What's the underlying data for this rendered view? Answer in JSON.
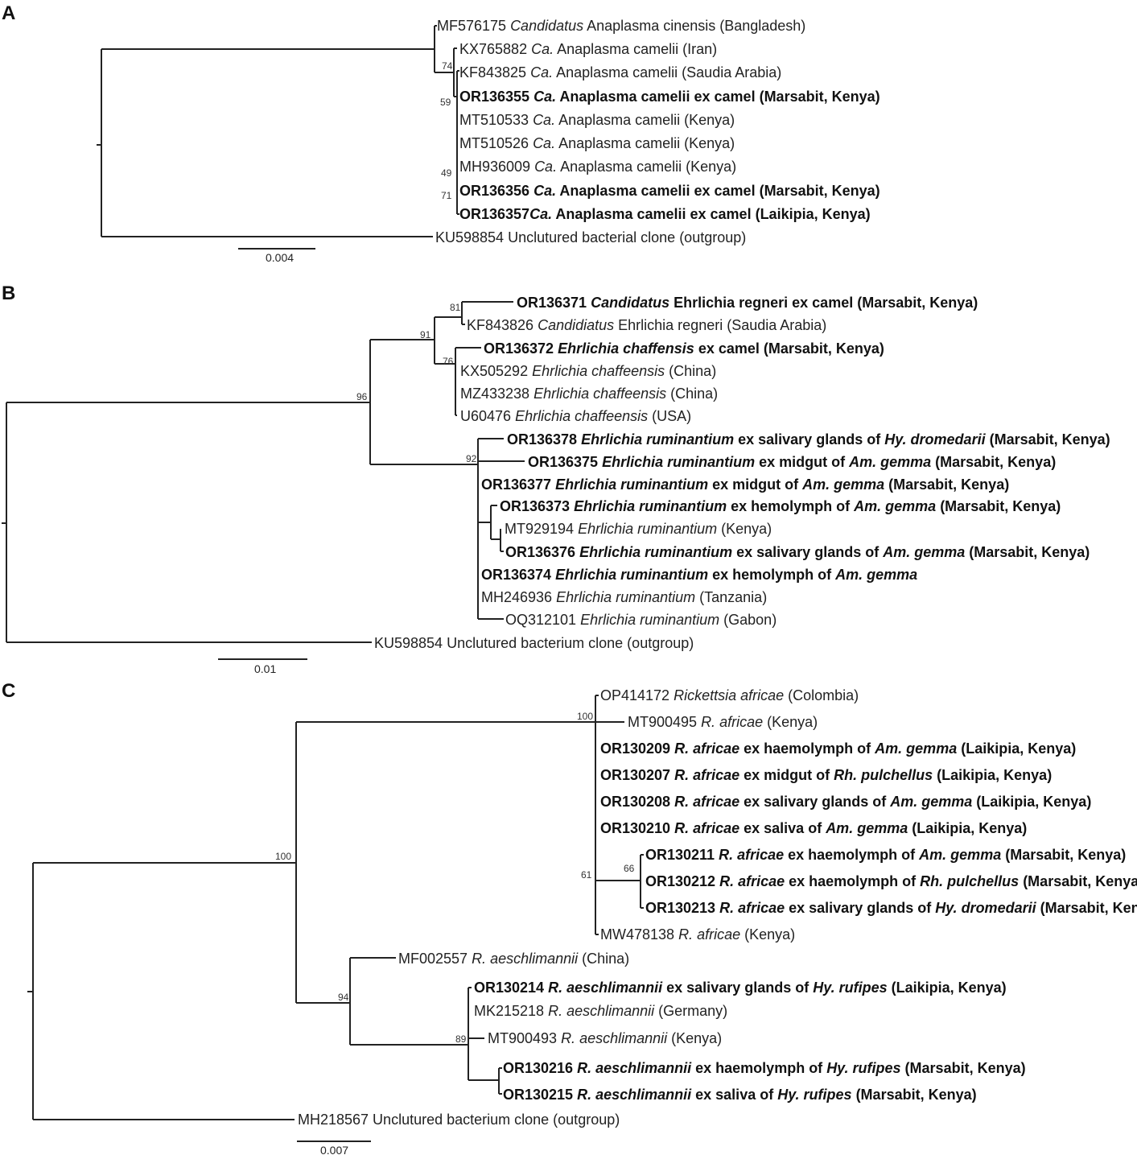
{
  "panels": [
    {
      "letter": "A",
      "scale": "0.004",
      "leaves": [
        {
          "parts": [
            {
              "t": "MF576175 "
            },
            {
              "t": "Candidatus",
              "i": true
            },
            {
              "t": " Anaplasma cinensis (Bangladesh)"
            }
          ],
          "bold": false
        },
        {
          "parts": [
            {
              "t": "KX765882 "
            },
            {
              "t": "Ca.",
              "i": true
            },
            {
              "t": " Anaplasma camelii (Iran)"
            }
          ],
          "bold": false
        },
        {
          "parts": [
            {
              "t": "KF843825 "
            },
            {
              "t": "Ca.",
              "i": true
            },
            {
              "t": " Anaplasma camelii (Saudia Arabia)"
            }
          ],
          "bold": false
        },
        {
          "parts": [
            {
              "t": "OR136355 "
            },
            {
              "t": "Ca.",
              "i": true
            },
            {
              "t": " Anaplasma camelii ex camel (Marsabit, Kenya)"
            }
          ],
          "bold": true
        },
        {
          "parts": [
            {
              "t": "MT510533 "
            },
            {
              "t": "Ca.",
              "i": true
            },
            {
              "t": " Anaplasma camelii (Kenya)"
            }
          ],
          "bold": false
        },
        {
          "parts": [
            {
              "t": "MT510526 "
            },
            {
              "t": "Ca.",
              "i": true
            },
            {
              "t": " Anaplasma camelii (Kenya)"
            }
          ],
          "bold": false
        },
        {
          "parts": [
            {
              "t": "MH936009 "
            },
            {
              "t": "Ca.",
              "i": true
            },
            {
              "t": " Anaplasma camelii (Kenya)"
            }
          ],
          "bold": false
        },
        {
          "parts": [
            {
              "t": "OR136356 "
            },
            {
              "t": "Ca.",
              "i": true
            },
            {
              "t": " Anaplasma camelii ex camel (Marsabit, Kenya)"
            }
          ],
          "bold": true
        },
        {
          "parts": [
            {
              "t": "OR136357"
            },
            {
              "t": "Ca.",
              "i": true
            },
            {
              "t": " Anaplasma camelii ex camel (Laikipia, Kenya)"
            }
          ],
          "bold": true
        },
        {
          "parts": [
            {
              "t": "KU598854 Unclutured bacterial clone (outgroup)"
            }
          ],
          "bold": false
        }
      ],
      "supports": [
        "74",
        "59",
        "49",
        "71"
      ]
    },
    {
      "letter": "B",
      "scale": "0.01",
      "leaves": [
        {
          "parts": [
            {
              "t": "OR136371 "
            },
            {
              "t": "Candidatus",
              "i": true
            },
            {
              "t": " Ehrlichia regneri ex camel (Marsabit, Kenya)"
            }
          ],
          "bold": true
        },
        {
          "parts": [
            {
              "t": "KF843826 "
            },
            {
              "t": "Candidiatus",
              "i": true
            },
            {
              "t": " Ehrlichia regneri (Saudia Arabia)"
            }
          ],
          "bold": false
        },
        {
          "parts": [
            {
              "t": "OR136372 "
            },
            {
              "t": "Ehrlichia chaffensis",
              "i": true
            },
            {
              "t": " ex camel (Marsabit, Kenya)"
            }
          ],
          "bold": true
        },
        {
          "parts": [
            {
              "t": "KX505292 "
            },
            {
              "t": "Ehrlichia chaffeensis",
              "i": true
            },
            {
              "t": " (China)"
            }
          ],
          "bold": false
        },
        {
          "parts": [
            {
              "t": "MZ433238 "
            },
            {
              "t": "Ehrlichia chaffeensis",
              "i": true
            },
            {
              "t": " (China)"
            }
          ],
          "bold": false
        },
        {
          "parts": [
            {
              "t": "U60476 "
            },
            {
              "t": "Ehrlichia chaffeensis",
              "i": true
            },
            {
              "t": " (USA)"
            }
          ],
          "bold": false
        },
        {
          "parts": [
            {
              "t": "OR136378 "
            },
            {
              "t": "Ehrlichia ruminantium",
              "i": true
            },
            {
              "t": " ex salivary glands of "
            },
            {
              "t": "Hy. dromedarii",
              "i": true
            },
            {
              "t": " (Marsabit, Kenya)"
            }
          ],
          "bold": true
        },
        {
          "parts": [
            {
              "t": "OR136375 "
            },
            {
              "t": "Ehrlichia ruminantium",
              "i": true
            },
            {
              "t": " ex midgut of "
            },
            {
              "t": "Am. gemma",
              "i": true
            },
            {
              "t": " (Marsabit, Kenya)"
            }
          ],
          "bold": true
        },
        {
          "parts": [
            {
              "t": "OR136377 "
            },
            {
              "t": "Ehrlichia ruminantium",
              "i": true
            },
            {
              "t": " ex midgut of "
            },
            {
              "t": "Am. gemma",
              "i": true
            },
            {
              "t": " (Marsabit, Kenya)"
            }
          ],
          "bold": true
        },
        {
          "parts": [
            {
              "t": "OR136373 "
            },
            {
              "t": "Ehrlichia ruminantium",
              "i": true
            },
            {
              "t": " ex hemolymph of "
            },
            {
              "t": "Am. gemma",
              "i": true
            },
            {
              "t": " (Marsabit, Kenya)"
            }
          ],
          "bold": true
        },
        {
          "parts": [
            {
              "t": "MT929194 "
            },
            {
              "t": "Ehrlichia ruminantium",
              "i": true
            },
            {
              "t": " (Kenya)"
            }
          ],
          "bold": false
        },
        {
          "parts": [
            {
              "t": "OR136376 "
            },
            {
              "t": "Ehrlichia ruminantium",
              "i": true
            },
            {
              "t": " ex salivary glands of "
            },
            {
              "t": "Am. gemma",
              "i": true
            },
            {
              "t": " (Marsabit, Kenya)"
            }
          ],
          "bold": true
        },
        {
          "parts": [
            {
              "t": "OR136374 "
            },
            {
              "t": "Ehrlichia ruminantium",
              "i": true
            },
            {
              "t": " ex hemolymph of "
            },
            {
              "t": "Am. gemma",
              "i": true
            }
          ],
          "bold": true
        },
        {
          "parts": [
            {
              "t": "MH246936 "
            },
            {
              "t": "Ehrlichia ruminantium",
              "i": true
            },
            {
              "t": " (Tanzania)"
            }
          ],
          "bold": false
        },
        {
          "parts": [
            {
              "t": "OQ312101 "
            },
            {
              "t": "Ehrlichia ruminantium",
              "i": true
            },
            {
              "t": " (Gabon)"
            }
          ],
          "bold": false
        },
        {
          "parts": [
            {
              "t": "KU598854 Unclutured bacterium clone (outgroup)"
            }
          ],
          "bold": false
        }
      ],
      "supports": [
        "81",
        "91",
        "76",
        "96",
        "92"
      ]
    },
    {
      "letter": "C",
      "scale": "0.007",
      "leaves": [
        {
          "parts": [
            {
              "t": "OP414172 "
            },
            {
              "t": "Rickettsia africae",
              "i": true
            },
            {
              "t": " (Colombia)"
            }
          ],
          "bold": false
        },
        {
          "parts": [
            {
              "t": "MT900495 "
            },
            {
              "t": "R. africae",
              "i": true
            },
            {
              "t": " (Kenya)"
            }
          ],
          "bold": false
        },
        {
          "parts": [
            {
              "t": "OR130209 "
            },
            {
              "t": "R. africae",
              "i": true
            },
            {
              "t": " ex haemolymph of "
            },
            {
              "t": "Am. gemma",
              "i": true
            },
            {
              "t": " (Laikipia, Kenya)"
            }
          ],
          "bold": true
        },
        {
          "parts": [
            {
              "t": "OR130207 "
            },
            {
              "t": "R. africae",
              "i": true
            },
            {
              "t": " ex midgut of "
            },
            {
              "t": "Rh. pulchellus",
              "i": true
            },
            {
              "t": " (Laikipia, Kenya)"
            }
          ],
          "bold": true
        },
        {
          "parts": [
            {
              "t": "OR130208 "
            },
            {
              "t": "R. africae",
              "i": true
            },
            {
              "t": " ex salivary glands of "
            },
            {
              "t": "Am. gemma",
              "i": true
            },
            {
              "t": " (Laikipia, Kenya)"
            }
          ],
          "bold": true
        },
        {
          "parts": [
            {
              "t": "OR130210 "
            },
            {
              "t": "R. africae",
              "i": true
            },
            {
              "t": " ex saliva of "
            },
            {
              "t": "Am. gemma",
              "i": true
            },
            {
              "t": " (Laikipia, Kenya)"
            }
          ],
          "bold": true
        },
        {
          "parts": [
            {
              "t": "OR130211 "
            },
            {
              "t": "R. africae",
              "i": true
            },
            {
              "t": " ex haemolymph of "
            },
            {
              "t": "Am. gemma",
              "i": true
            },
            {
              "t": " (Marsabit, Kenya)"
            }
          ],
          "bold": true
        },
        {
          "parts": [
            {
              "t": "OR130212 "
            },
            {
              "t": "R. africae",
              "i": true
            },
            {
              "t": " ex haemolymph of "
            },
            {
              "t": "Rh. pulchellus",
              "i": true
            },
            {
              "t": " (Marsabit, Kenya)"
            }
          ],
          "bold": true
        },
        {
          "parts": [
            {
              "t": "OR130213 "
            },
            {
              "t": "R. africae",
              "i": true
            },
            {
              "t": " ex salivary glands of "
            },
            {
              "t": "Hy. dromedarii",
              "i": true
            },
            {
              "t": " (Marsabit, Kenya)"
            }
          ],
          "bold": true
        },
        {
          "parts": [
            {
              "t": "MW478138 "
            },
            {
              "t": "R. africae",
              "i": true
            },
            {
              "t": " (Kenya)"
            }
          ],
          "bold": false
        },
        {
          "parts": [
            {
              "t": "MF002557 "
            },
            {
              "t": "R. aeschlimannii",
              "i": true
            },
            {
              "t": " (China)"
            }
          ],
          "bold": false
        },
        {
          "parts": [
            {
              "t": "OR130214 "
            },
            {
              "t": "R. aeschlimannii",
              "i": true
            },
            {
              "t": " ex salivary glands of "
            },
            {
              "t": "Hy. rufipes",
              "i": true
            },
            {
              "t": " (Laikipia, Kenya)"
            }
          ],
          "bold": true
        },
        {
          "parts": [
            {
              "t": "MK215218 "
            },
            {
              "t": "R. aeschlimannii",
              "i": true
            },
            {
              "t": " (Germany)"
            }
          ],
          "bold": false
        },
        {
          "parts": [
            {
              "t": "MT900493 "
            },
            {
              "t": "R. aeschlimannii",
              "i": true
            },
            {
              "t": " (Kenya)"
            }
          ],
          "bold": false
        },
        {
          "parts": [
            {
              "t": "OR130216 "
            },
            {
              "t": "R. aeschlimannii",
              "i": true
            },
            {
              "t": " ex haemolymph of "
            },
            {
              "t": "Hy. rufipes",
              "i": true
            },
            {
              "t": " (Marsabit, Kenya)"
            }
          ],
          "bold": true
        },
        {
          "parts": [
            {
              "t": "OR130215 "
            },
            {
              "t": "R. aeschlimannii",
              "i": true
            },
            {
              "t": " ex saliva of "
            },
            {
              "t": "Hy. rufipes",
              "i": true
            },
            {
              "t": " (Marsabit, Kenya)"
            }
          ],
          "bold": true
        },
        {
          "parts": [
            {
              "t": "MH218567 Unclutured bacterium clone (outgroup)"
            }
          ],
          "bold": false
        }
      ],
      "supports": [
        "100",
        "61",
        "66",
        "100",
        "94",
        "89"
      ]
    }
  ]
}
